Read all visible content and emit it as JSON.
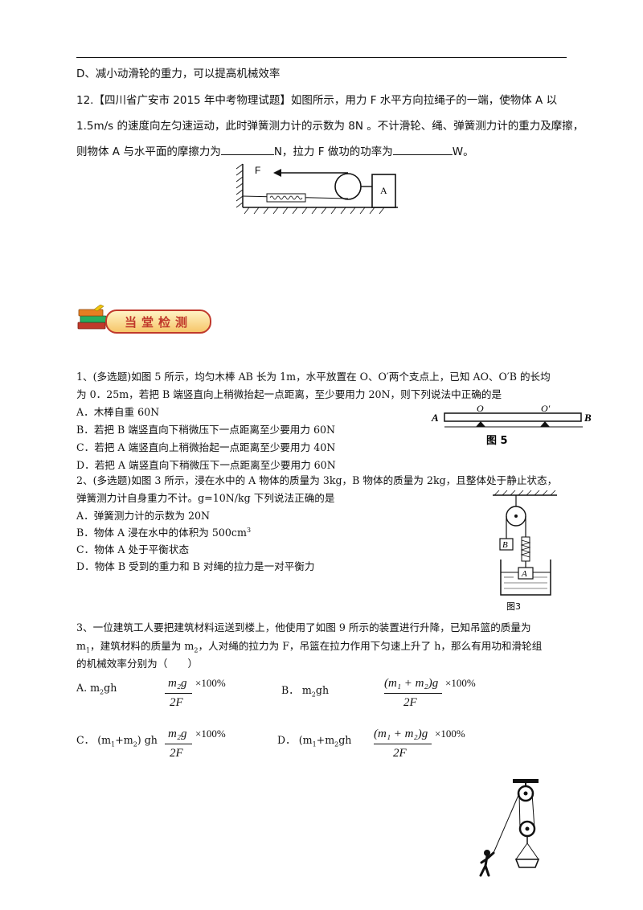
{
  "header_rule": true,
  "prev_option": "D、减小动滑轮的重力，可以提高机械效率",
  "q12": {
    "line1": "12.【四川省广安市 2015 年中考物理试题】如图所示，用力 F 水平方向拉绳子的一端，使物体 A 以",
    "line2": "1.5m/s 的速度向左匀速运动，此时弹簧测力计的示数为 8N 。不计滑轮、绳、弹簧测力计的重力及摩擦，",
    "line3_a": "则物体 A 与水平面的摩擦力为",
    "line3_b": "N，拉力 F 做功的功率为",
    "line3_c": "W。",
    "fig_label_f": "F",
    "fig_label_a": "A"
  },
  "section_banner": "当堂检测",
  "q1": {
    "line1": "1、(多选题)如图 5 所示，均匀木棒 AB 长为 1m，水平放置在 O、O′两个支点上，已知 AO、O′B 的长均",
    "line2": "为 0．25m，若把 B 端竖直向上稍微抬起一点距离，至少要用力 20N，则下列说法中正确的是",
    "optA": "A．木棒自重 60N",
    "optB": "B．若把 B 端竖直向下稍微压下一点距离至少要用力 60N",
    "optC": "C．若把 A 端竖直向上稍微抬起一点距离至少要用力 40N",
    "optD": "D．若把 A 端竖直向下稍微压下一点距离至少要用力 60N",
    "fig_A": "A",
    "fig_O": "O",
    "fig_O2": "O′",
    "fig_B": "B",
    "fig_caption": "图  5"
  },
  "q2": {
    "line1": "2、(多选题)如图 3 所示，浸在水中的 A 物体的质量为 3kg，B 物体的质量为 2kg，且整体处于静止状态，",
    "line2": "弹簧测力计自身重力不计。g=10N/kg 下列说法正确的是",
    "optA": "A．弹簧测力计的示数为 20N",
    "optB_text": "B．物体 A 浸在水中的体积为 500cm",
    "optB_sup": "3",
    "optC": "C．物体 A 处于平衡状态",
    "optD": "D．物体 B 受到的重力和 B 对绳的拉力是一对平衡力",
    "fig_B": "B",
    "fig_A": "A",
    "fig_caption": "图3"
  },
  "q3": {
    "line1": "3、一位建筑工人要把建筑材料运送到楼上，他使用了如图 9 所示的装置进行升降，已知吊篮的质量为",
    "line2_a": "m",
    "line2_a_sub": "1",
    "line2_b": "，建筑材料的质量为 m",
    "line2_b_sub": "2",
    "line2_c": "，人对绳的拉力为 F，吊篮在拉力作用下匀速上升了 h，那么有用功和滑轮组",
    "line3": "的机械效率分别为（　　）",
    "optA_label": "A. m",
    "optA_sub": "2",
    "optA_tail": "gh",
    "optA_num": "m₂g",
    "optB_label": "B．  m",
    "optB_sub": "2",
    "optB_tail": "gh",
    "optB_num": "(m₁ + m₂)g",
    "optC_label": "C．  (m",
    "optC_sub1": "1",
    "optC_mid": "+m",
    "optC_sub2": "2",
    "optC_tail": ") gh",
    "optC_num": "m₂g",
    "optD_label": "D．  (m",
    "optD_sub1": "1",
    "optD_mid": "+m",
    "optD_sub2": "2",
    "optD_tail": "gh",
    "optD_num": "(m₁ + m₂)g",
    "den": "2F",
    "pct": "×100%"
  }
}
